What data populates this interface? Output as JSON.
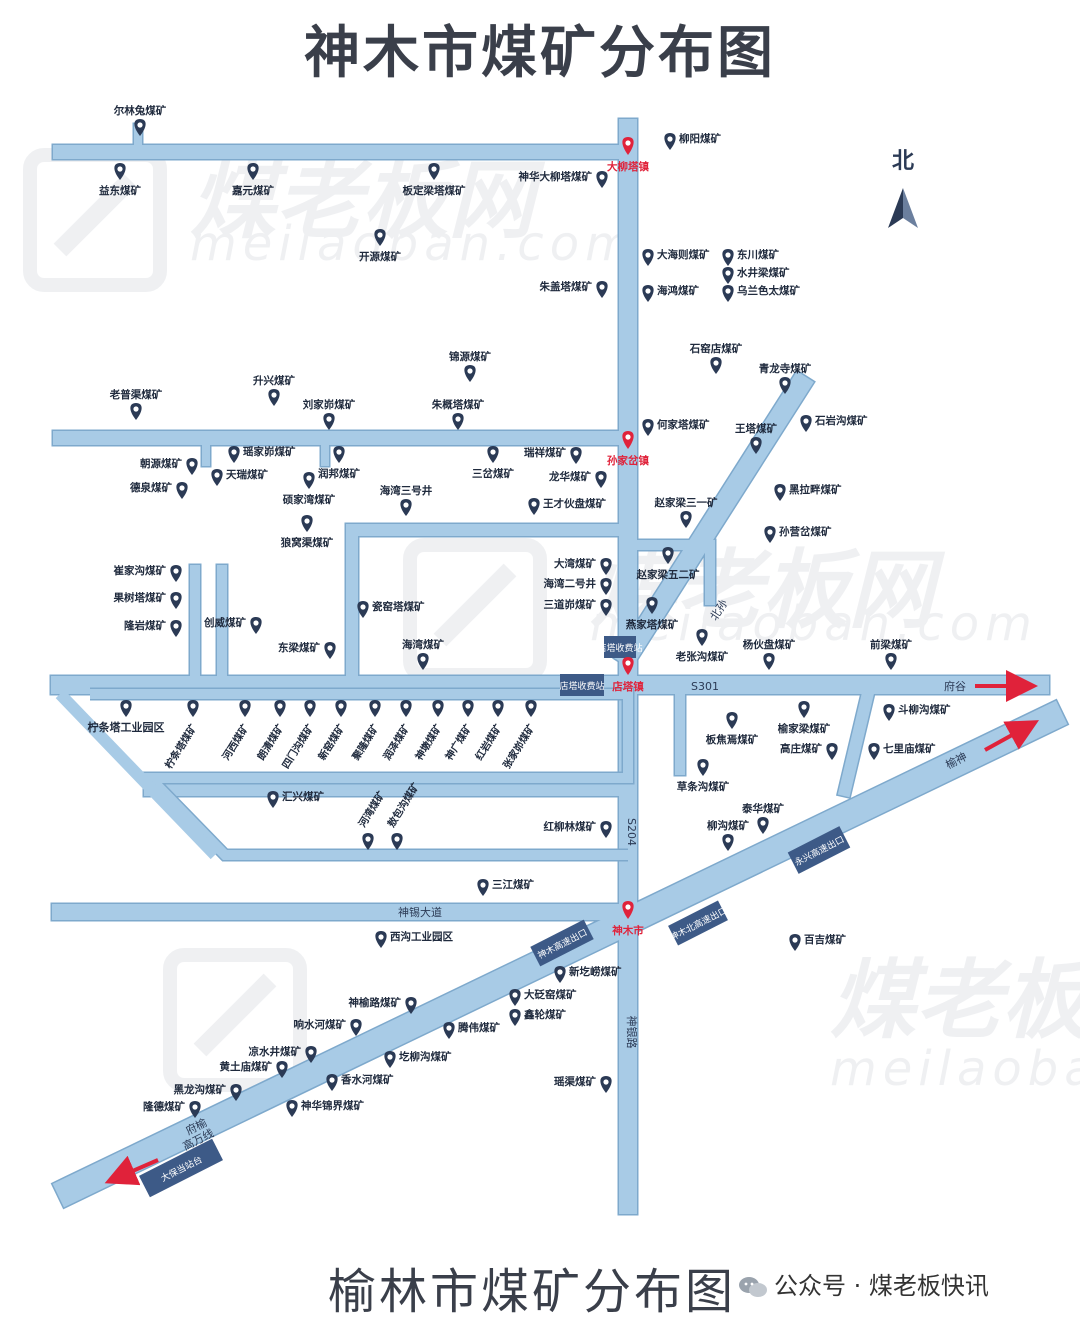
{
  "title": "神木市煤矿分布图",
  "subtitle": "榆林市煤矿分布图",
  "footer": "公众号 · 煤老板快讯",
  "watermark": {
    "brand": "煤老板网",
    "url": "meilaoban.com"
  },
  "north": "北",
  "colors": {
    "road": "#a8cbe6",
    "road_edge": "#7ea9cc",
    "pin": "#2b3a55",
    "town_pin": "#e0223a",
    "arrow": "#e0223a",
    "toll": "#3d5a87"
  },
  "towns": [
    {
      "id": "dalinta",
      "label": "大柳塔镇"
    },
    {
      "id": "sunjiacha",
      "label": "孙家岔镇"
    },
    {
      "id": "diantazhen",
      "label": "店塔镇"
    },
    {
      "id": "shenmushi",
      "label": "神木市"
    }
  ],
  "road_labels": [
    {
      "id": "s301",
      "text": "S301"
    },
    {
      "id": "fugu",
      "text": "府谷"
    },
    {
      "id": "s204",
      "text": "S204"
    },
    {
      "id": "shenxi",
      "text": "神锡大道"
    },
    {
      "id": "shenyinlu",
      "text": "神银路"
    },
    {
      "id": "beisun",
      "text": "北孙"
    },
    {
      "id": "yuli",
      "text": "榆神"
    },
    {
      "id": "fuyu",
      "text": "府榆"
    },
    {
      "id": "gaoquan",
      "text": "高万线"
    }
  ],
  "tolls": [
    {
      "id": "t1",
      "text": "店塔收费站"
    },
    {
      "id": "t2",
      "text": "店塔收费站"
    },
    {
      "id": "t3",
      "text": "神木高速出口"
    },
    {
      "id": "t4",
      "text": "神木北高速出口"
    },
    {
      "id": "t5",
      "text": "永兴高速出口"
    },
    {
      "id": "t6",
      "text": "大保当站台"
    }
  ],
  "mines": [
    "尔林兔煤矿",
    "益东煤矿",
    "嘉元煤矿",
    "板定梁塔煤矿",
    "神华大柳塔煤矿",
    "柳阳煤矿",
    "开源煤矿",
    "大海则煤矿",
    "东川煤矿",
    "水井梁煤矿",
    "朱盖塔煤矿",
    "海鸿煤矿",
    "乌兰色太煤矿",
    "石窑店煤矿",
    "青龙寺煤矿",
    "锦源煤矿",
    "升兴煤矿",
    "老普渠煤矿",
    "刘家峁煤矿",
    "朱概塔煤矿",
    "何家塔煤矿",
    "王塔煤矿",
    "石岩沟煤矿",
    "瑶家峁煤矿",
    "朝源煤矿",
    "天瑞煤矿",
    "润邦煤矿",
    "三岔煤矿",
    "瑞祥煤矿",
    "龙华煤矿",
    "德泉煤矿",
    "硕家湾煤矿",
    "海湾三号井",
    "王才伙盘煤矿",
    "赵家梁三一矿",
    "黑拉畔煤矿",
    "狼窝渠煤矿",
    "孙营岔煤矿",
    "崔家沟煤矿",
    "大湾煤矿",
    "海湾二号井",
    "赵家梁五二矿",
    "果树塔煤矿",
    "三道峁煤矿",
    "隆岩煤矿",
    "创威煤矿",
    "瓷窑塔煤矿",
    "燕家塔煤矿",
    "东梁煤矿",
    "海湾煤矿",
    "老张沟煤矿",
    "杨伙盘煤矿",
    "前梁煤矿",
    "柠条塔工业园区",
    "柠条塔煤矿",
    "河西煤矿",
    "朗清煤矿",
    "四门沟煤矿",
    "新窑煤矿",
    "聚隆煤矿",
    "润泽煤矿",
    "神墩煤矿",
    "神广煤矿",
    "红岩煤矿",
    "张家峁煤矿",
    "板焦焉煤矿",
    "榆家梁煤矿",
    "斗柳沟煤矿",
    "高庄煤矿",
    "七里庙煤矿",
    "草条沟煤矿",
    "汇兴煤矿",
    "河湾煤矿",
    "敖包沟煤矿",
    "红柳林煤矿",
    "泰华煤矿",
    "柳沟煤矿",
    "三江煤矿",
    "西沟工业园区",
    "百吉煤矿",
    "新圪崂煤矿",
    "大砭窑煤矿",
    "神榆路煤矿",
    "鑫轮煤矿",
    "响水河煤矿",
    "腾伟煤矿",
    "凉水井煤矿",
    "圪柳沟煤矿",
    "黄土庙煤矿",
    "香水河煤矿",
    "瑶渠煤矿",
    "黑龙沟煤矿",
    "隆德煤矿",
    "神华锦界煤矿"
  ]
}
